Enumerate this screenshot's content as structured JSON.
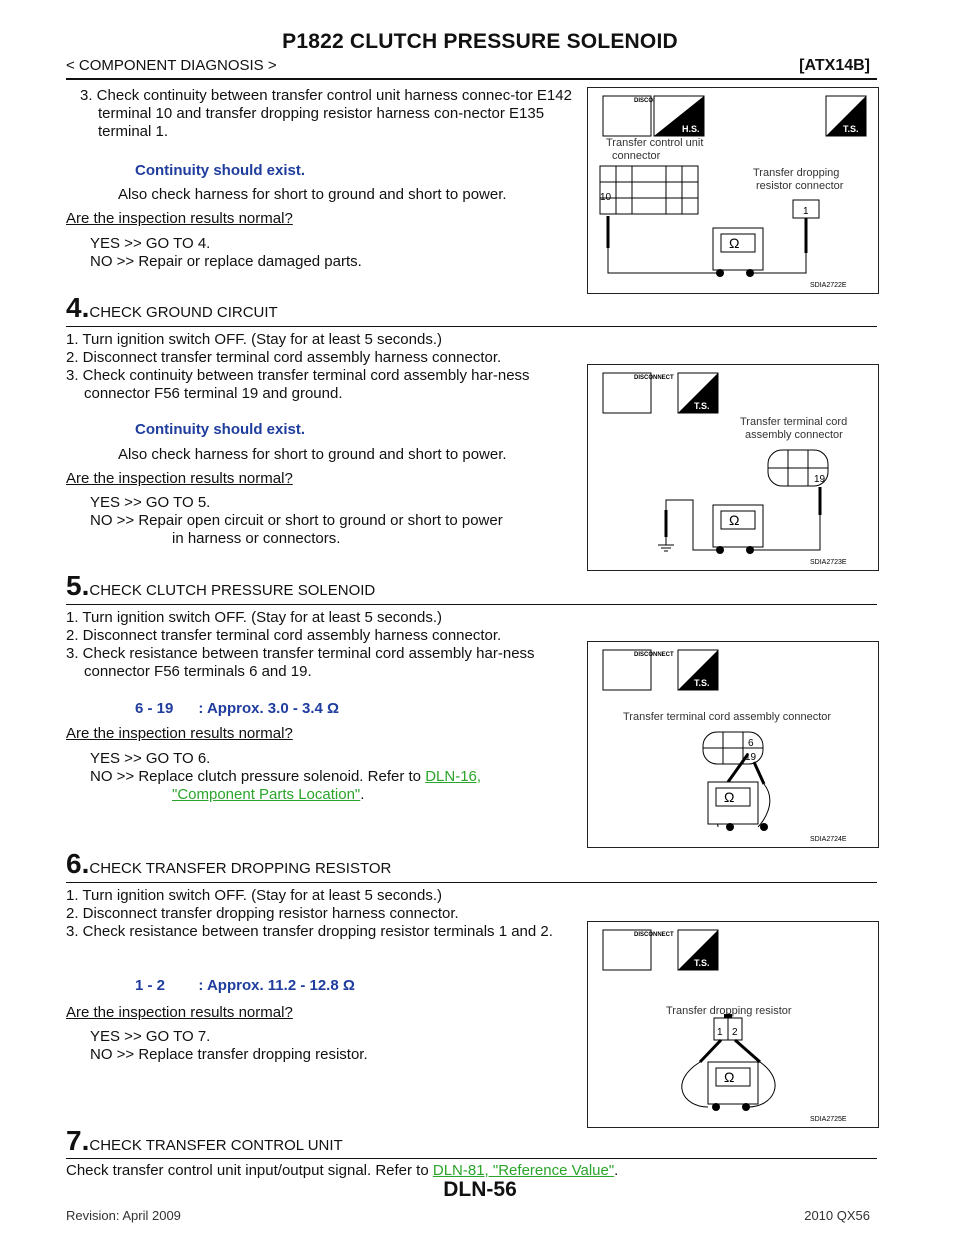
{
  "header": {
    "title": "P1822 CLUTCH PRESSURE SOLENOID",
    "section": "< COMPONENT DIAGNOSIS >",
    "model_code": "[ATX14B]"
  },
  "step3": {
    "item": "3. Check continuity between transfer control unit harness connec-tor E142 terminal 10 and transfer dropping resistor harness con-nector E135 terminal 1.",
    "spec": "Continuity should exist.",
    "also": "Also check harness for short to ground and short to power.",
    "question": "Are the inspection results normal?",
    "yes": "YES    >> GO TO 4.",
    "no": "NO     >> Repair or replace damaged parts.",
    "fig": {
      "label_a": "Transfer control unit",
      "label_a2": "connector",
      "label_b": "Transfer dropping",
      "label_b2": "resistor connector",
      "pin_a": "10",
      "pin_b": "1",
      "code": "SDIA2722E",
      "badge_disconnect": "DISCONNECT",
      "badge_hs": "H.S.",
      "badge_ts": "T.S."
    }
  },
  "step4": {
    "num": "4.",
    "title": "CHECK GROUND CIRCUIT",
    "i1": "1. Turn ignition switch OFF. (Stay for at least 5 seconds.)",
    "i2": "2. Disconnect transfer terminal cord assembly harness connector.",
    "i3": "3. Check continuity between transfer terminal cord assembly har-ness connector F56 terminal 19 and ground.",
    "spec": "Continuity should exist.",
    "also": "Also check harness for short to ground and short to power.",
    "question": "Are the inspection results normal?",
    "yes": "YES    >> GO TO 5.",
    "no": "NO     >> Repair open circuit or short to ground or short to power",
    "no2": "in harness or connectors.",
    "fig": {
      "label": "Transfer terminal cord",
      "label2": "assembly connector",
      "pin": "19",
      "code": "SDIA2723E"
    }
  },
  "step5": {
    "num": "5.",
    "title": "CHECK CLUTCH PRESSURE SOLENOID",
    "i1": "1. Turn ignition switch OFF. (Stay for at least 5 seconds.)",
    "i2": "2. Disconnect transfer terminal cord assembly harness connector.",
    "i3": "3. Check resistance between transfer terminal cord assembly har-ness connector F56 terminals 6 and 19.",
    "spec": "6 - 19      : Approx. 3.0 - 3.4 Ω",
    "question": "Are the inspection results normal?",
    "yes": "YES    >> GO TO 6.",
    "no": "NO     >> Replace clutch pressure solenoid.   Refer to",
    "link1": "DLN-16,",
    "link2": "\"Component Parts Location\"",
    "tail": ".",
    "fig": {
      "label": "Transfer terminal cord assembly connector",
      "pin_a": "6",
      "pin_b": "19",
      "code": "SDIA2724E"
    }
  },
  "step6": {
    "num": "6.",
    "title": "CHECK TRANSFER DROPPING RESISTOR",
    "i1": "1. Turn ignition switch OFF. (Stay for at least 5 seconds.)",
    "i2": "2. Disconnect transfer dropping resistor harness connector.",
    "i3": "3. Check resistance between transfer dropping resistor terminals 1 and 2.",
    "spec": "1 - 2        : Approx. 11.2 - 12.8 Ω",
    "question": "Are the inspection results normal?",
    "yes": "YES    >> GO TO 7.",
    "no": "NO     >> Replace transfer dropping resistor.",
    "fig": {
      "label": "Transfer dropping resistor",
      "pin_a": "1",
      "pin_b": "2",
      "code": "SDIA2725E"
    }
  },
  "step7": {
    "num": "7.",
    "title": "CHECK TRANSFER CONTROL UNIT",
    "text": "Check transfer control unit input/output signal. Refer to",
    "link": "DLN-81, \"Reference Value\"",
    "tail": "."
  },
  "footer": {
    "revision": "Revision: April 2009",
    "page": "DLN-56",
    "model": "2010 QX56"
  },
  "colors": {
    "link": "#2aa52a",
    "spec": "#1f3d9e"
  }
}
